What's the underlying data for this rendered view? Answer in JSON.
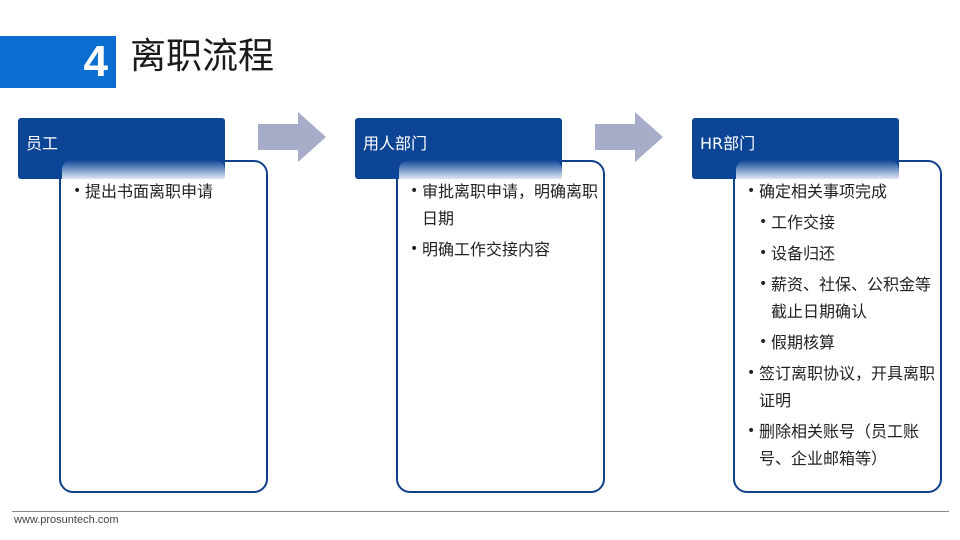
{
  "slide": {
    "number": "4",
    "title": "离职流程"
  },
  "columns": [
    {
      "header": "员工",
      "items": [
        {
          "text": "提出书面离职申请",
          "sub": false
        }
      ]
    },
    {
      "header": "用人部门",
      "items": [
        {
          "text": "审批离职申请，明确离职日期",
          "sub": false
        },
        {
          "text": "明确工作交接内容",
          "sub": false
        }
      ]
    },
    {
      "header": "HR部门",
      "items": [
        {
          "text": "确定相关事项完成",
          "sub": false
        },
        {
          "text": "工作交接",
          "sub": true
        },
        {
          "text": "设备归还",
          "sub": true
        },
        {
          "text": "薪资、社保、公积金等截止日期确认",
          "sub": true
        },
        {
          "text": "假期核算",
          "sub": true
        },
        {
          "text": "签订离职协议，开具离职证明",
          "sub": false
        },
        {
          "text": "删除相关账号（员工账号、企业邮箱等）",
          "sub": false
        }
      ]
    }
  ],
  "colors": {
    "accent": "#0a6ed1",
    "header": "#0d4596",
    "border": "#10418a",
    "arrow": "#a7adc8"
  },
  "footer": {
    "url": "www.prosuntech.com"
  }
}
